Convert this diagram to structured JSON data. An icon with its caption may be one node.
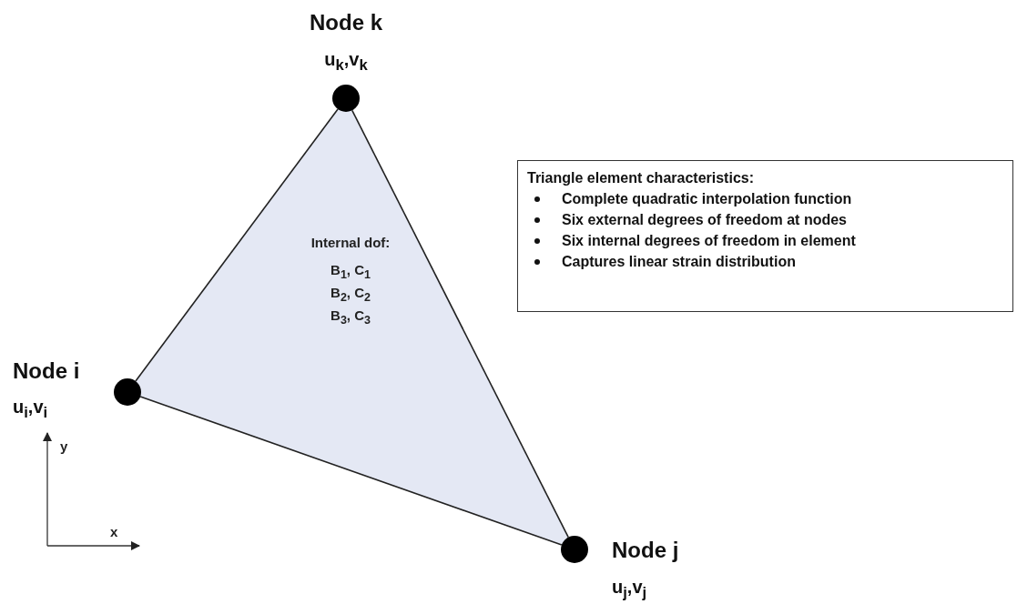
{
  "diagram": {
    "nodes": [
      {
        "text": [],
        "shape": "circle",
        "beside": [
          "Node k",
          "u$_{k}$,v$_{k}$"
        ]
      },
      {
        "text": [
          "Internal dof:",
          "B$_{1}$, C$_{1}$",
          "B$_{2}$, C$_{2}$",
          "B$_{3}$, C$_{3}$"
        ]
      },
      {
        "text": [
          "Triangle element characteristics:",
          "Complete quadratic interpolation function",
          "Six external degrees of freedom at nodes",
          "Six internal degrees of freedom in element",
          "Captures linear strain distribution"
        ]
      },
      {
        "text": [],
        "shape": "circle",
        "beside": [
          "Node i",
          "u$_{i}$,v$_{i}$"
        ]
      },
      {
        "text": [],
        "shape": "circle",
        "beside": [
          "Node j",
          "u$_{j}$,v$_{j}$"
        ]
      }
    ],
    "edges": [
      {
        "from": 0,
        "to": 3,
        "arrow": "none"
      },
      {
        "from": 3,
        "to": 4,
        "arrow": "none"
      },
      {
        "from": 4,
        "to": 0,
        "arrow": "none"
      }
    ],
    "labels": [
      "y",
      "x"
    ]
  }
}
